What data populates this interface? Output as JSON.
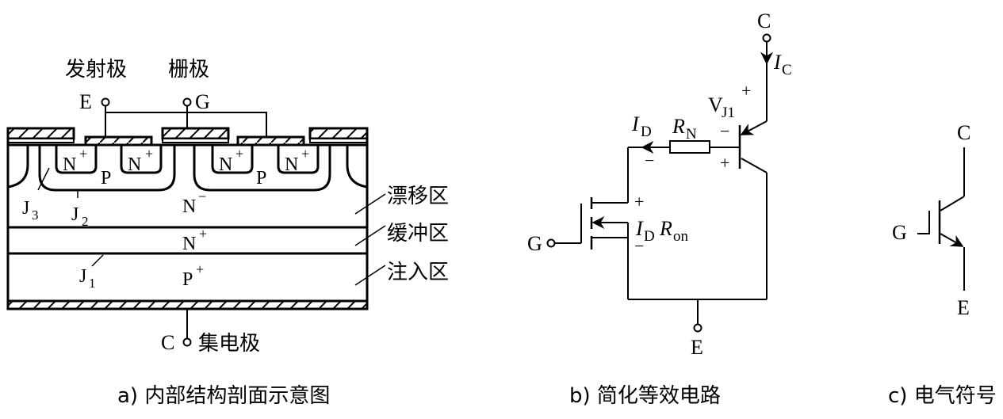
{
  "panel_a": {
    "caption": "a) 内部结构剖面示意图",
    "emitter_label_cn": "发射极",
    "gate_label_cn": "栅极",
    "collector_label_cn": "集电极",
    "terminal_e": "E",
    "terminal_g": "G",
    "terminal_c": "C",
    "region_n_plus": "N",
    "sup_plus": "+",
    "sup_minus": "−",
    "region_p": "P",
    "region_n_minus": "N",
    "region_buffer": "N",
    "region_p_plus": "P",
    "junction_j": "J",
    "j1_sub": "1",
    "j2_sub": "2",
    "j3_sub": "3",
    "drift_label": "漂移区",
    "buffer_label": "缓冲区",
    "injection_label": "注入区"
  },
  "panel_b": {
    "caption": "b) 简化等效电路",
    "terminal_c": "C",
    "terminal_e": "E",
    "terminal_g": "G",
    "ic_main": "I",
    "ic_sub": "C",
    "id_main": "I",
    "id_sub": "D",
    "rn_main": "R",
    "rn_sub": "N",
    "vj1_main": "V",
    "vj1_sub": "J1",
    "idron_i": "I",
    "idron_d": "D",
    "idron_r": "R",
    "idron_on": "on",
    "plus": "+",
    "minus": "−"
  },
  "panel_c": {
    "caption": "c) 电气符号",
    "terminal_c": "C",
    "terminal_g": "G",
    "terminal_e": "E"
  }
}
